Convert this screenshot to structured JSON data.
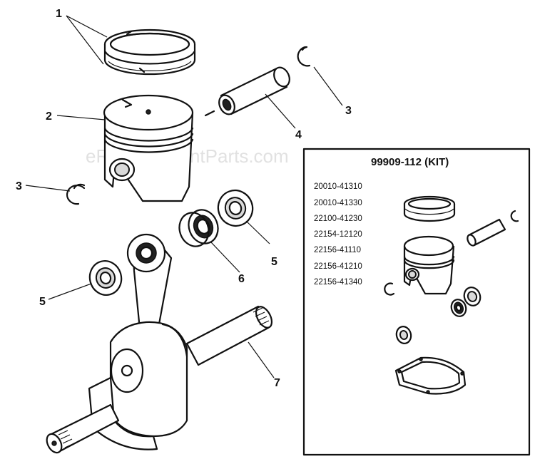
{
  "watermark": "eReplacementParts.com",
  "callouts": {
    "c1": "1",
    "c2": "2",
    "c3a": "3",
    "c3b": "3",
    "c4": "4",
    "c5a": "5",
    "c5b": "5",
    "c6": "6",
    "c7": "7"
  },
  "kit": {
    "title": "99909-112 (KIT)",
    "parts": [
      "20010-41310",
      "20010-41330",
      "22100-41230",
      "22154-12120",
      "22156-41110",
      "22156-41210",
      "22156-41340"
    ]
  }
}
